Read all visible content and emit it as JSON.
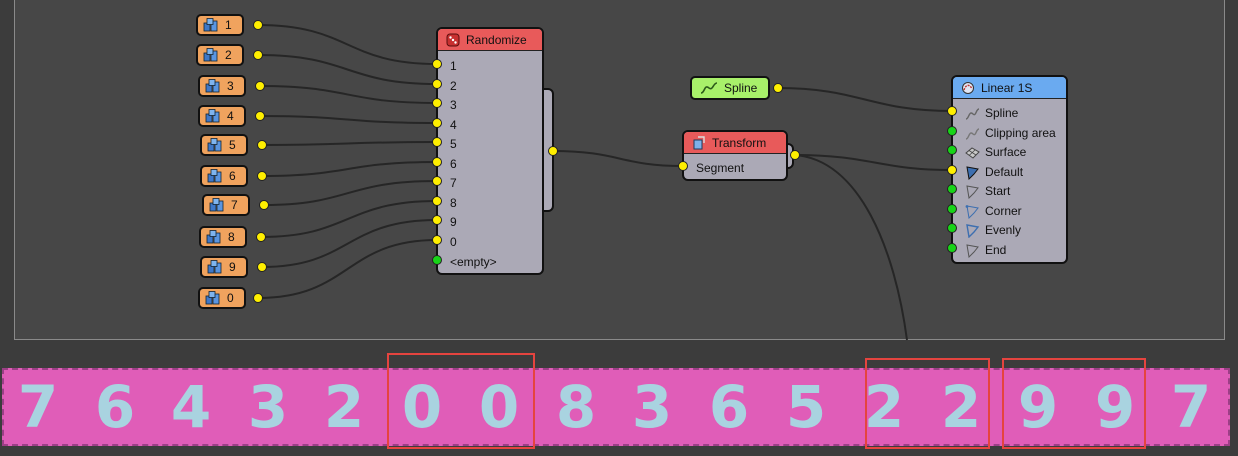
{
  "mesh_inputs": [
    "1",
    "2",
    "3",
    "4",
    "5",
    "6",
    "7",
    "8",
    "9",
    "0"
  ],
  "randomize": {
    "title": "Randomize",
    "ports": [
      "1",
      "2",
      "3",
      "4",
      "5",
      "6",
      "7",
      "8",
      "9",
      "0"
    ],
    "empty_port": "<empty>"
  },
  "spline_node": {
    "label": "Spline"
  },
  "transform": {
    "title": "Transform",
    "port": "Segment"
  },
  "linear": {
    "title": "Linear 1S",
    "ports": [
      "Spline",
      "Clipping area",
      "Surface",
      "Default",
      "Start",
      "Corner",
      "Evenly",
      "End"
    ]
  },
  "digits": [
    "7",
    "6",
    "4",
    "3",
    "2",
    "0",
    "0",
    "8",
    "3",
    "6",
    "5",
    "2",
    "2",
    "9",
    "9",
    "7"
  ],
  "colors": {
    "canvas": "#474747",
    "mesh_node": "#f0a35e",
    "randomize_header": "#e85a5a",
    "linear_header": "#6aaaf0",
    "spline_node": "#a8f06a",
    "port_yellow": "#ffef00",
    "port_green": "#18d418",
    "strip": "#e05db8",
    "digit": "#a9d3e0",
    "highlight": "#e5443f"
  }
}
